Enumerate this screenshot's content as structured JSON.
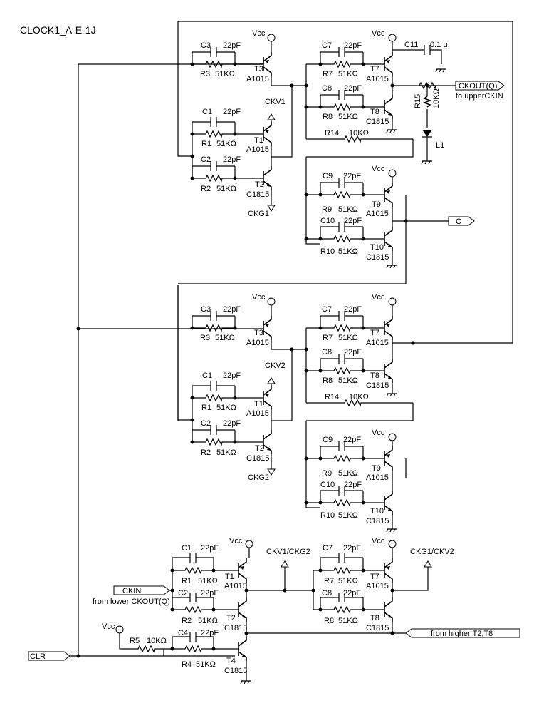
{
  "title": "CLOCK1_A-E-1J",
  "vcc": "Vcc",
  "cap22": "22pF",
  "res51": "51KΩ",
  "res10": "10KΩ",
  "pnp": "A1015",
  "npn": "C1815",
  "ref": {
    "C1": "C1",
    "C2": "C2",
    "C3": "C3",
    "C4": "C4",
    "C7": "C7",
    "C8": "C8",
    "C9": "C9",
    "C10": "C10",
    "C11": "C11",
    "R1": "R1",
    "R2": "R2",
    "R3": "R3",
    "R4": "R4",
    "R5": "R5",
    "R7": "R7",
    "R8": "R8",
    "R9": "R9",
    "R10": "R10",
    "R14": "R14",
    "R15": "R15",
    "T1": "T1",
    "T2": "T2",
    "T3": "T3",
    "T4": "T4",
    "T7": "T7",
    "T8": "T8",
    "T9": "T9",
    "T10": "T10",
    "L1": "L1"
  },
  "c11_value": "0.1 μ",
  "nets": {
    "ckv1": "CKV1",
    "ckg1": "CKG1",
    "ckv2": "CKV2",
    "ckg2": "CKG2",
    "ckv1_ckg2": "CKV1/CKG2",
    "ckg1_ckv2": "CKG1/CKV2",
    "ckout": "CKOUT(Q)",
    "to_upper": "to upperCKIN",
    "q": "Q",
    "ckin": "CKIN",
    "from_lower": "from lower CKOUT(Q)",
    "clr": "CLR",
    "from_higher": "from higher T2,T8"
  }
}
